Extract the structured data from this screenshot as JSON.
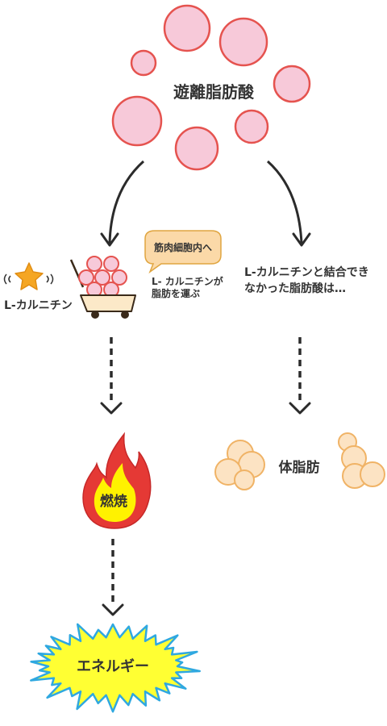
{
  "colors": {
    "acid_fill": "#F7C9D9",
    "acid_stroke": "#E5534F",
    "arrow": "#2b2b2b",
    "star": "#F5A623",
    "cart_fill": "#FCE9C8",
    "cart_stroke": "#3a2a1a",
    "bubble_fill": "#FBD9A8",
    "bubble_stroke": "#E0A540",
    "fat_fill": "#FCE3C3",
    "fat_stroke": "#F0B366",
    "flame_outer": "#E53935",
    "flame_inner": "#FFF200",
    "burst_fill": "#FFFF33",
    "burst_stroke": "#2FA8E0"
  },
  "labels": {
    "free_fatty_acid": "遊離脂肪酸",
    "l_carnitine": "L-カルニチン",
    "speech_bubble": "筋肉細胞内へ",
    "carry_line1": "L- カルニチンが",
    "carry_line2": "脂肪を運ぶ",
    "unbound_line1": "L-カルニチンと結合でき",
    "unbound_line2": "なかった脂肪酸は…",
    "body_fat": "体脂肪",
    "burning": "燃焼",
    "energy": "エネルギー"
  },
  "icons": {
    "acid_circle": "fatty-acid-circle",
    "star": "star-icon",
    "cart": "cart-icon",
    "flame": "flame-icon",
    "burst": "energy-burst-icon",
    "fat": "fat-cell-icon"
  }
}
